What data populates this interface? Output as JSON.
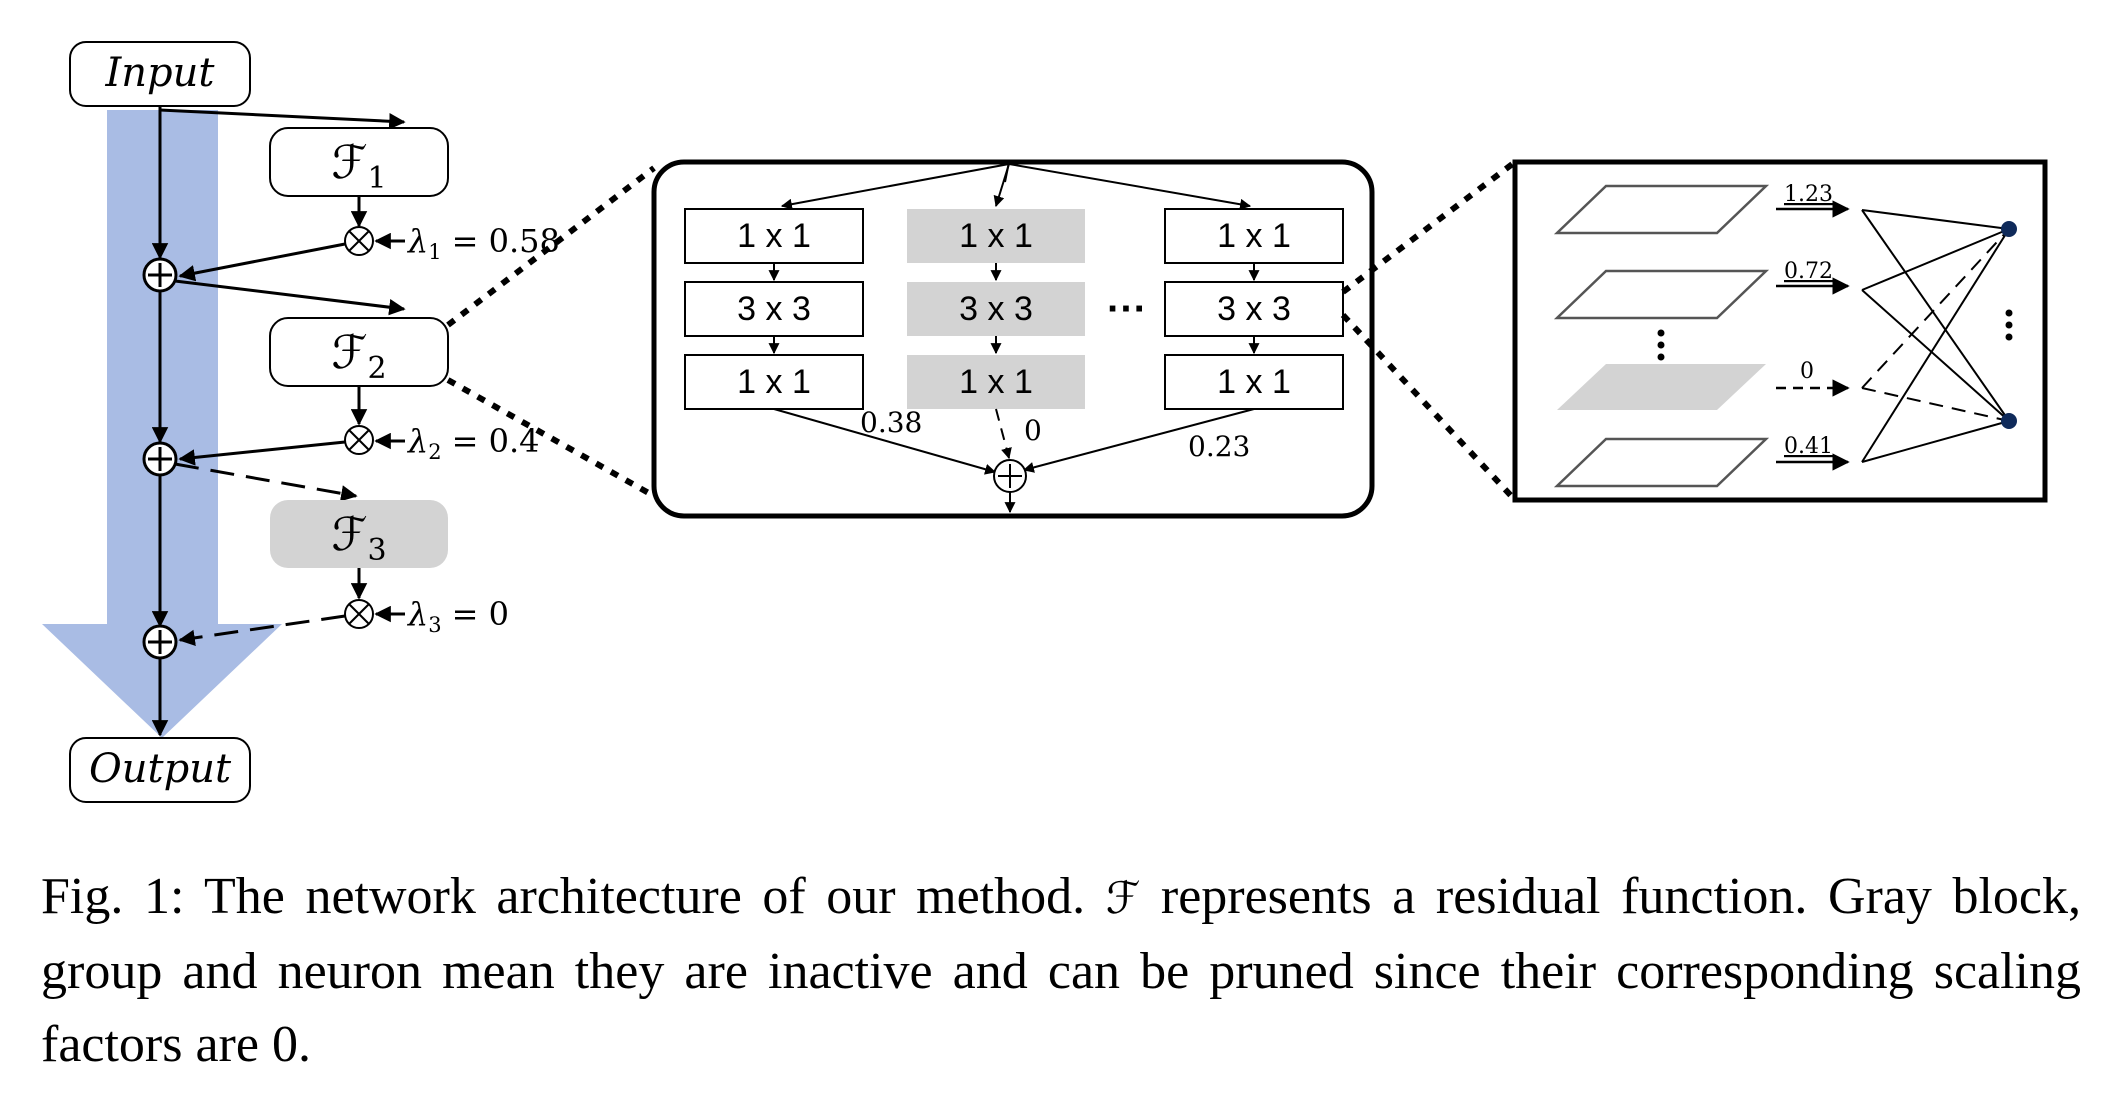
{
  "figure": {
    "input_label": "Input",
    "output_label": "Output",
    "blocks": [
      {
        "symbol": "ℱ",
        "sub": "1",
        "lambda": "λ",
        "lambda_sub": "1",
        "value_text": "= 0.58",
        "active": true
      },
      {
        "symbol": "ℱ",
        "sub": "2",
        "lambda": "λ",
        "lambda_sub": "2",
        "value_text": "= 0.4",
        "active": true
      },
      {
        "symbol": "ℱ",
        "sub": "3",
        "lambda": "λ",
        "lambda_sub": "3",
        "value_text": "= 0",
        "active": false
      }
    ],
    "groups": {
      "columns": [
        {
          "layers": [
            "1 x 1",
            "3 x 3",
            "1 x 1"
          ],
          "active": true,
          "weight": "0.38"
        },
        {
          "layers": [
            "1 x 1",
            "3 x 3",
            "1 x 1"
          ],
          "active": false,
          "weight": "0"
        },
        {
          "layers": [
            "1 x 1",
            "3 x 3",
            "1 x 1"
          ],
          "active": true,
          "weight": "0.23"
        }
      ],
      "ellipsis": "···"
    },
    "neurons": {
      "weights": [
        "1.23",
        "0.72",
        "0",
        "0.41"
      ],
      "active": [
        true,
        true,
        false,
        true
      ]
    },
    "colors": {
      "main_arrow": "#a9bce4",
      "inactive_gray": "#d3d3d3",
      "neuron_node": "#0f2a5a"
    }
  },
  "caption": {
    "prefix": "Fig. 1: The network architecture of our method.",
    "symbol": "ℱ",
    "text": "represents a residual function. Gray block, group and neuron mean they are inactive and can be pruned since their corresponding scaling factors are 0."
  }
}
